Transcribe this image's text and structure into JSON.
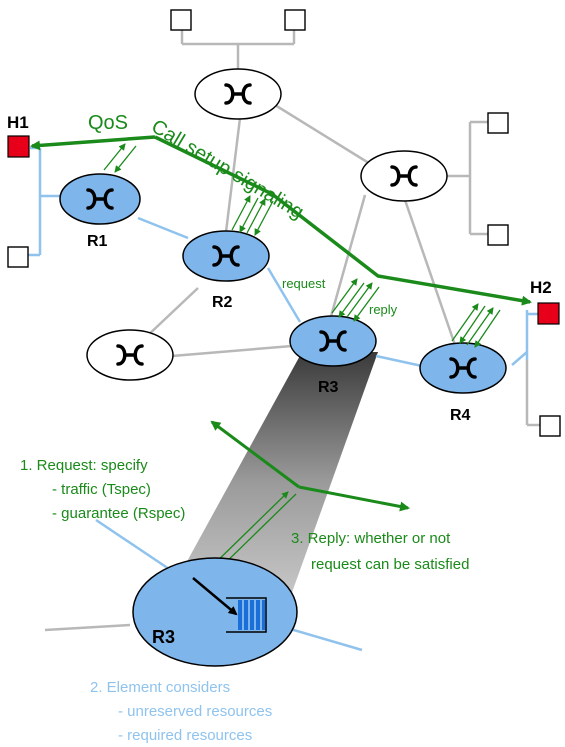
{
  "hosts": {
    "h1": "H1",
    "h2": "H2"
  },
  "routers": {
    "r1": "R1",
    "r2": "R2",
    "r3": "R3",
    "r4": "R4",
    "r3_detail": "R3"
  },
  "signaling": {
    "title_qos": "QoS",
    "title_rest": "Call setup signaling",
    "request": "request",
    "reply": "reply"
  },
  "steps": {
    "step1_line1": "1. Request: specify",
    "step1_line2": "- traffic (Tspec)",
    "step1_line3": "- guarantee (Rspec)",
    "step3_line1": "3. Reply: whether or not",
    "step3_line2": "request can be satisfied",
    "step2_line1": "2. Element considers",
    "step2_line2": "- unreserved resources",
    "step2_line3": "- required resources"
  },
  "colors": {
    "green": "#1a8a1a",
    "light_blue": "#8fc3ee",
    "router_fill": "#7eb6ec",
    "host_red": "#e8001a",
    "gray_link": "#b8b8b8"
  }
}
